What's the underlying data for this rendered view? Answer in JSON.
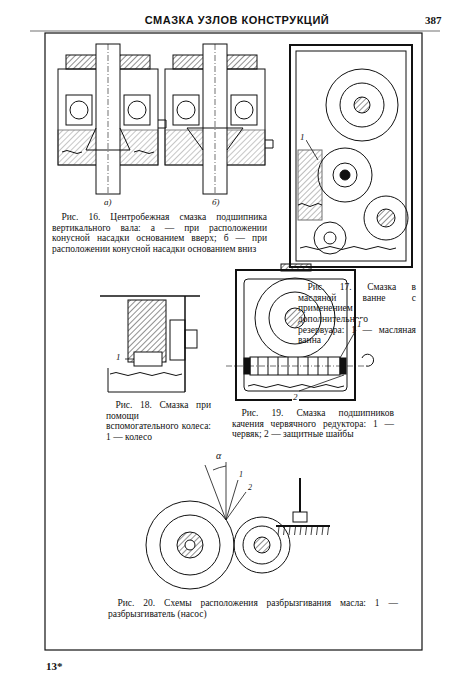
{
  "diagram": {
    "title": "СМАЗКА УЗЛОВ КОНСТРУКЦИЙ",
    "labels": [
      "387",
      "а)",
      "б)",
      "Рис. 16. Центробежная смазка подшипника вертикального вала: а — при расположении конусной насадки основанием вверх; б — при расположении конусной насадки основанием вниз",
      "1",
      "Рис. 17. Смазка в масляной ванне с применением дополнительного резервуара: 1 — масляная ванна",
      "1",
      "Рис. 18. Смазка при помощи вспомогательного колеса: 1 — колесо",
      "1",
      "2",
      "Рис. 19. Смазка подшипников качения червячного редуктора: 1 — червяк; 2 — защитные шайбы",
      "α",
      "1",
      "2",
      "Рис. 20. Схемы расположения разбрызгивания масла: 1 — разбрызгиватель (насос)",
      "13*"
    ]
  }
}
